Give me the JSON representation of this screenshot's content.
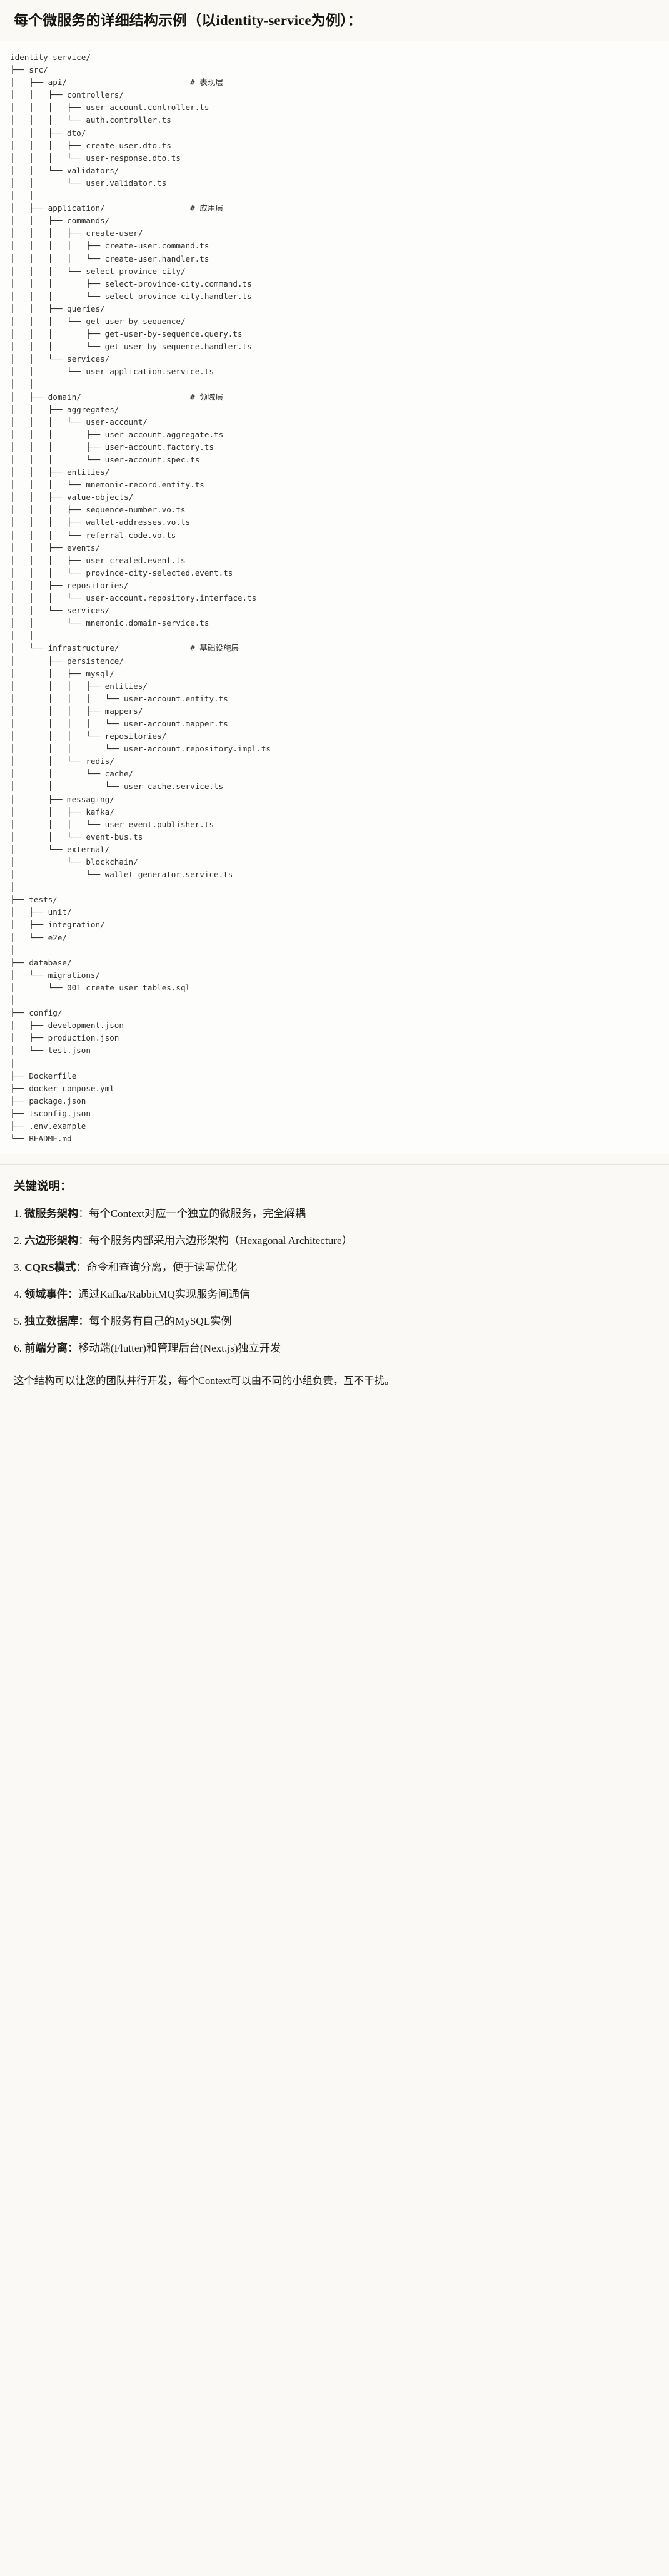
{
  "title": "每个微服务的详细结构示例（以identity-service为例）：",
  "tree": {
    "lines": [
      "identity-service/",
      "├── src/",
      "│   ├── api/                          # 表现层",
      "│   │   ├── controllers/",
      "│   │   │   ├── user-account.controller.ts",
      "│   │   │   └── auth.controller.ts",
      "│   │   ├── dto/",
      "│   │   │   ├── create-user.dto.ts",
      "│   │   │   └── user-response.dto.ts",
      "│   │   └── validators/",
      "│   │       └── user.validator.ts",
      "│   │",
      "│   ├── application/                  # 应用层",
      "│   │   ├── commands/",
      "│   │   │   ├── create-user/",
      "│   │   │   │   ├── create-user.command.ts",
      "│   │   │   │   └── create-user.handler.ts",
      "│   │   │   └── select-province-city/",
      "│   │   │       ├── select-province-city.command.ts",
      "│   │   │       └── select-province-city.handler.ts",
      "│   │   ├── queries/",
      "│   │   │   └── get-user-by-sequence/",
      "│   │   │       ├── get-user-by-sequence.query.ts",
      "│   │   │       └── get-user-by-sequence.handler.ts",
      "│   │   └── services/",
      "│   │       └── user-application.service.ts",
      "│   │",
      "│   ├── domain/                       # 领域层",
      "│   │   ├── aggregates/",
      "│   │   │   └── user-account/",
      "│   │   │       ├── user-account.aggregate.ts",
      "│   │   │       ├── user-account.factory.ts",
      "│   │   │       └── user-account.spec.ts",
      "│   │   ├── entities/",
      "│   │   │   └── mnemonic-record.entity.ts",
      "│   │   ├── value-objects/",
      "│   │   │   ├── sequence-number.vo.ts",
      "│   │   │   ├── wallet-addresses.vo.ts",
      "│   │   │   └── referral-code.vo.ts",
      "│   │   ├── events/",
      "│   │   │   ├── user-created.event.ts",
      "│   │   │   └── province-city-selected.event.ts",
      "│   │   ├── repositories/",
      "│   │   │   └── user-account.repository.interface.ts",
      "│   │   └── services/",
      "│   │       └── mnemonic.domain-service.ts",
      "│   │",
      "│   └── infrastructure/               # 基础设施层",
      "│       ├── persistence/",
      "│       │   ├── mysql/",
      "│       │   │   ├── entities/",
      "│       │   │   │   └── user-account.entity.ts",
      "│       │   │   ├── mappers/",
      "│       │   │   │   └── user-account.mapper.ts",
      "│       │   │   └── repositories/",
      "│       │   │       └── user-account.repository.impl.ts",
      "│       │   └── redis/",
      "│       │       └── cache/",
      "│       │           └── user-cache.service.ts",
      "│       ├── messaging/",
      "│       │   ├── kafka/",
      "│       │   │   └── user-event.publisher.ts",
      "│       │   └── event-bus.ts",
      "│       └── external/",
      "│           └── blockchain/",
      "│               └── wallet-generator.service.ts",
      "│",
      "├── tests/",
      "│   ├── unit/",
      "│   ├── integration/",
      "│   └── e2e/",
      "│",
      "├── database/",
      "│   └── migrations/",
      "│       └── 001_create_user_tables.sql",
      "│",
      "├── config/",
      "│   ├── development.json",
      "│   ├── production.json",
      "│   └── test.json",
      "│",
      "├── Dockerfile",
      "├── docker-compose.yml",
      "├── package.json",
      "├── tsconfig.json",
      "├── .env.example",
      "└── README.md"
    ]
  },
  "notes": {
    "heading": "关键说明：",
    "items": [
      {
        "num": "1.",
        "term": "微服务架构",
        "sep": "：",
        "desc": "每个Context对应一个独立的微服务，完全解耦"
      },
      {
        "num": "2.",
        "term": "六边形架构",
        "sep": "：",
        "desc": "每个服务内部采用六边形架构（Hexagonal Architecture）"
      },
      {
        "num": "3.",
        "term": "CQRS模式",
        "sep": "：",
        "desc": "命令和查询分离，便于读写优化"
      },
      {
        "num": "4.",
        "term": "领域事件",
        "sep": "：",
        "desc": "通过Kafka/RabbitMQ实现服务间通信"
      },
      {
        "num": "5.",
        "term": "独立数据库",
        "sep": "：",
        "desc": "每个服务有自己的MySQL实例"
      },
      {
        "num": "6.",
        "term": "前端分离",
        "sep": "：",
        "desc": "移动端(Flutter)和管理后台(Next.js)独立开发"
      }
    ],
    "closing": "这个结构可以让您的团队并行开发，每个Context可以由不同的小组负责，互不干扰。"
  },
  "colors": {
    "page_bg": "#faf9f5",
    "code_bg": "#fdfdfc",
    "text": "#1f1e1c",
    "code_text": "#2f2f2f",
    "rule": "#e6e4dc"
  }
}
